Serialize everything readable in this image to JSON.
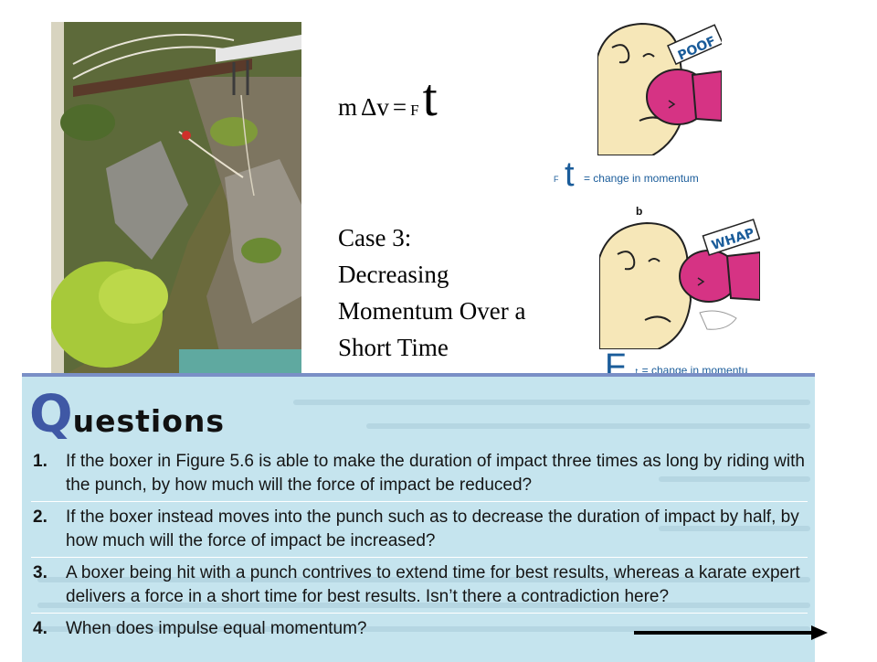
{
  "formula": {
    "m": "m",
    "dv": "Δv",
    "eq": "=",
    "F": "F",
    "t": "t"
  },
  "case": {
    "line1": "Case 3:",
    "line2": "Decreasing",
    "line3": "Momentum Over a",
    "line4": "Short Time"
  },
  "cartoon_top": {
    "sound": "POOF",
    "caption_F": "F",
    "caption_t": "t",
    "caption_text": "= change in momentum"
  },
  "cartoon_bottom": {
    "panel_letter": "b",
    "sound": "WHAP",
    "caption_F": "F",
    "caption_t": "t",
    "caption_text": "= change in momentu"
  },
  "questions": {
    "heading_first": "Q",
    "heading_rest": "uestions",
    "items": [
      {
        "num": "1.",
        "text": "If the boxer in Figure 5.6 is able to make the duration of impact three times as long by riding with the punch, by how much will the force of impact be reduced?"
      },
      {
        "num": "2.",
        "text": "If the boxer instead moves into the punch such as to decrease the duration of impact by half, by how much will the force of impact be increased?"
      },
      {
        "num": "3.",
        "text": "A boxer being hit with a punch contrives to extend time for best results, whereas a karate expert delivers a force in a short time for best results. Isn’t there a contradiction here?"
      },
      {
        "num": "4.",
        "text": "When does impulse equal momentum?"
      }
    ]
  },
  "colors": {
    "panel_bg": "#c5e4ee",
    "panel_border": "#7a8fc6",
    "heading_q": "#3f58a5",
    "caption": "#1a5c9a",
    "glove": "#d63384"
  }
}
